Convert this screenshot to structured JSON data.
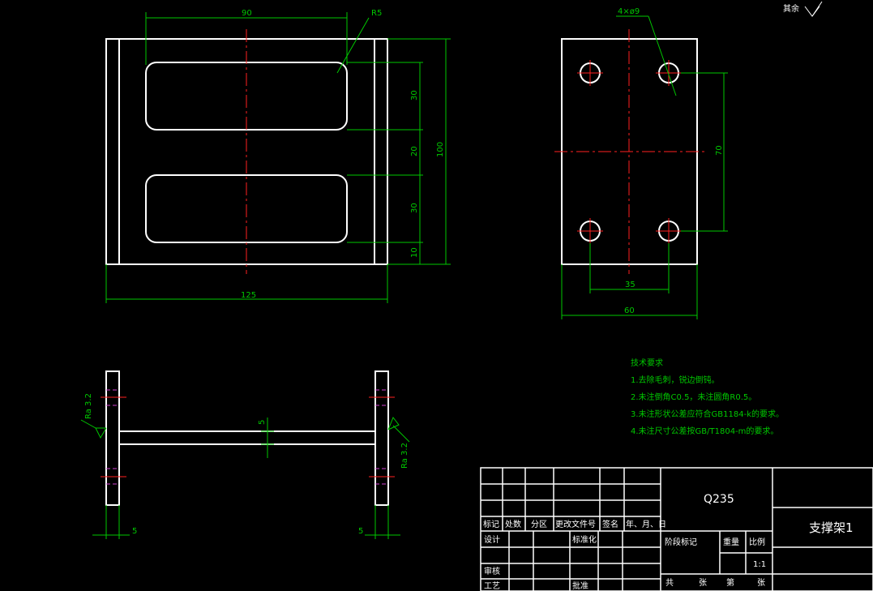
{
  "surface_mark": "其余",
  "front_view": {
    "dim_width_inner": "90",
    "dim_radius": "R5",
    "dim_total_width": "125",
    "dim_height": "100",
    "dim_rib_bottom": "10",
    "dim_slot_lower": "30",
    "dim_gap": "20",
    "dim_slot_upper": "30"
  },
  "side_view": {
    "dim_holes": "4×ø9",
    "dim_hole_spacing_v": "70",
    "dim_hole_spacing_h": "35",
    "dim_width": "60"
  },
  "bottom_view": {
    "roughness_left": "Ra 3.2",
    "roughness_right": "Ra 3.2",
    "dim_web": "5",
    "dim_plate_left": "5",
    "dim_plate_right": "5"
  },
  "tech_notes": {
    "title": "技术要求",
    "items": [
      "1.去除毛刺，锐边倒钝。",
      "2.未注倒角C0.5，未注圆角R0.5。",
      "3.未注形状公差应符合GB1184-k的要求。",
      "4.未注尺寸公差按GB/T1804-m的要求。"
    ]
  },
  "title_block": {
    "material": "Q235",
    "part_name": "支撑架1",
    "header_labels": [
      "标记",
      "处数",
      "分区",
      "更改文件号",
      "签名",
      "年、月、日"
    ],
    "design": "设计",
    "standardization": "标准化",
    "review": "审核",
    "process": "工艺",
    "approve": "批准",
    "stage_mark": "阶段标记",
    "weight": "重量",
    "scale": "比例",
    "scale_value": "1:1",
    "total": "共",
    "sheet_unit": "张",
    "page": "第",
    "page_unit": "张"
  }
}
